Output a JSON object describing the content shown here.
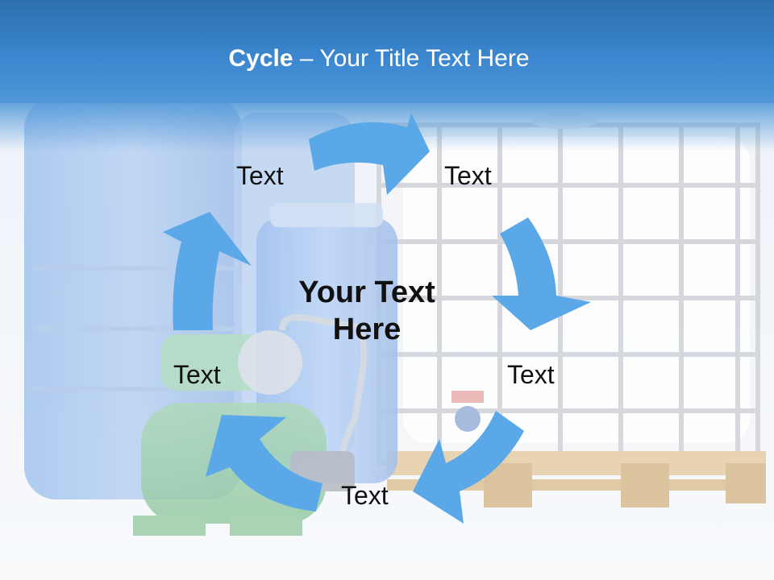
{
  "title": {
    "strong": "Cycle",
    "rest": " – Your Title Text Here"
  },
  "center_text": {
    "line1": "Your Text",
    "line2": "Here"
  },
  "labels": [
    "Text",
    "Text",
    "Text",
    "Text",
    "Text"
  ],
  "colors": {
    "header": "#3b86cf",
    "arrow": "#5aa8e8",
    "text": "#111111"
  }
}
